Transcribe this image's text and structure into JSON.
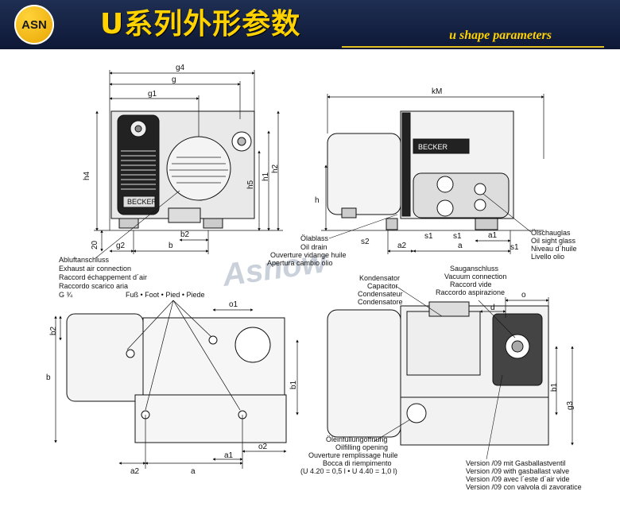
{
  "header": {
    "logo_text": "ASN",
    "title": "U系列外形参数",
    "subtitle": "u shape parameters",
    "accent_color": "#ffd200",
    "background_color": "#1b2a4e"
  },
  "watermark": "Asnow",
  "dimensions": {
    "g4": "g4",
    "g": "g",
    "g1": "g1",
    "h4": "h4",
    "h5": "h5",
    "h1": "h1",
    "h2": "h2",
    "d20": "20",
    "g2": "g2",
    "b": "b",
    "b2": "b2",
    "kM": "kM",
    "h": "h",
    "s2": "s2",
    "a2": "a2",
    "a": "a",
    "s1": "s1",
    "a1": "a1",
    "o1": "o1",
    "o2": "o2",
    "b1": "b1",
    "d": "d",
    "o": "o",
    "g3": "g3"
  },
  "labels": {
    "exhaust": [
      "Abluftanschluss",
      "Exhaust air connection",
      "Raccord échappement d´air",
      "Raccordo scarico aria",
      "G ¾"
    ],
    "oil_drain": [
      "Ölablass",
      "Oil drain",
      "Ouverture vidange huile",
      "Apertura cambio olio"
    ],
    "oil_sight": [
      "Ölschauglas",
      "Oil sight glass",
      "Niveau d´huile",
      "Livello olio"
    ],
    "foot": "Fuß • Foot • Pied • Piede",
    "capacitor": [
      "Kondensator",
      "Capacitor",
      "Condensateur",
      "Condensatore"
    ],
    "vacuum": [
      "Sauganschluss",
      "Vacuum connection",
      "Raccord vide",
      "Raccordo aspirazione"
    ],
    "oil_fill": [
      "Öleinfüllungöffnung",
      "Oilfilling opening",
      "Ouverture remplissage huile",
      "Bocca di riempimento",
      "(U 4.20 = 0,5 l • U 4.40 = 1,0 l)"
    ],
    "gasballast": [
      "Version /09 mit Gasballastventil",
      "Version /09 with gasballast valve",
      "Version /09 avec l´este d´air vide",
      "Version /09 con valvola di zavoratice"
    ],
    "brand": "BECKER"
  }
}
